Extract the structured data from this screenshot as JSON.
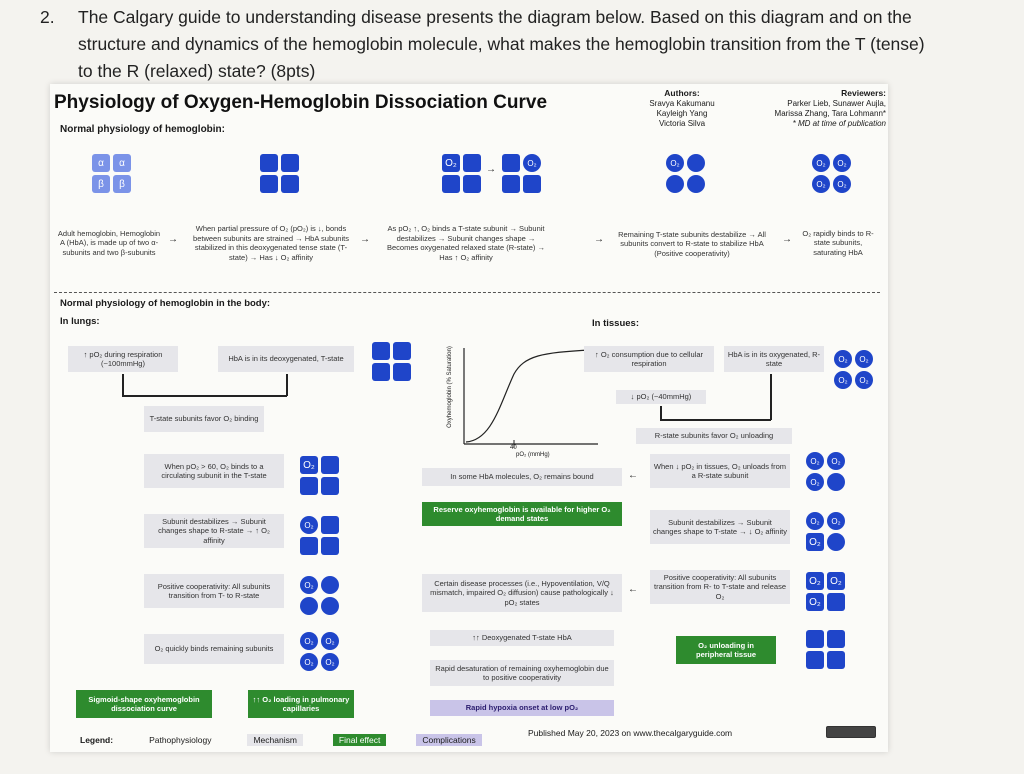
{
  "question": {
    "number": "2.",
    "text": "The Calgary guide to understanding disease presents the diagram below. Based on this diagram and on the structure and dynamics of the hemoglobin molecule, what makes the hemoglobin transition from the T (tense) to the R (relaxed) state? (8pts)"
  },
  "poster": {
    "title": "Physiology of Oxygen-Hemoglobin Dissociation Curve",
    "subtitle": "Normal physiology of hemoglobin:",
    "authors_label": "Authors:",
    "authors": [
      "Sravya Kakumanu",
      "Kayleigh Yang",
      "Victoria Silva"
    ],
    "reviewers_label": "Reviewers:",
    "reviewers": [
      "Parker Lieb, Sunawer Aujla,",
      "Marissa Zhang, Tara Lohmann*",
      "* MD at time of publication"
    ],
    "top_row": [
      "Adult hemoglobin, Hemoglobin A (HbA), is made up of two α-subunits and two β-subunits",
      "When partial pressure of O₂ (pO₂) is ↓, bonds between subunits are strained → HbA subunits stabilized in this deoxygenated tense state (T-state) → Has ↓ O₂ affinity",
      "As pO₂ ↑, O₂ binds a T-state subunit → Subunit destabilizes → Subunit changes shape → Becomes oxygenated relaxed state (R-state) → Has ↑ O₂ affinity",
      "Remaining T-state subunits destabilize → All subunits convert to R-state to stabilize HbA (Positive cooperativity)",
      "O₂ rapidly binds to R-state subunits, saturating HbA"
    ],
    "subunit_labels": {
      "alpha": "α",
      "beta": "β",
      "o2": "O₂"
    },
    "body_heading": "Normal physiology of hemoglobin in the body:",
    "lungs_heading": "In lungs:",
    "tissues_heading": "In tissues:",
    "lungs": [
      "↑ pO₂ during respiration (~100mmHg)",
      "HbA is in its deoxygenated, T-state",
      "T-state subunits favor O₂ binding",
      "When pO₂ > 60, O₂ binds to a circulating subunit in the T-state",
      "Subunit destabilizes → Subunit changes shape to R-state → ↑ O₂ affinity",
      "Positive cooperativity: All subunits transition from T- to R-state",
      "O₂ quickly binds remaining subunits",
      "Sigmoid-shape oxyhemoglobin dissociation curve",
      "↑↑ O₂ loading in pulmonary capillaries"
    ],
    "tissues": [
      "↑ O₂ consumption due to cellular respiration",
      "HbA is in its oxygenated, R-state",
      "↓ pO₂ (~40mmHg)",
      "R-state subunits favor O₂ unloading",
      "When ↓ pO₂ in tissues, O₂ unloads from a R-state subunit",
      "Subunit destabilizes → Subunit changes shape to T-state → ↓ O₂ affinity",
      "Positive cooperativity: All subunits transition from R- to T-state and release O₂",
      "O₂ unloading in peripheral tissue"
    ],
    "middle": [
      "In some HbA molecules, O₂ remains bound",
      "Reserve oxyhemoglobin is available for higher O₂ demand states",
      "Certain disease processes (i.e., Hypoventilation, V/Q mismatch, impaired O₂ diffusion) cause pathologically ↓ pO₂ states",
      "↑↑ Deoxygenated T-state HbA",
      "Rapid desaturation of remaining oxyhemoglobin due to positive cooperativity",
      "Rapid hypoxia onset at low pO₂"
    ],
    "curve": {
      "xlabel": "pO₂ (mmHg)",
      "ylabel": "Oxyhemoglobin (% Saturation)",
      "x_tick": "40"
    },
    "legend_label": "Legend:",
    "legend": [
      "Pathophysiology",
      "Mechanism",
      "Final effect",
      "Complications"
    ],
    "published": "Published May 20, 2023 on www.thecalgaryguide.com"
  },
  "colors": {
    "hemoglobin_blue": "#1f45c9",
    "final_effect_green": "#2e8b2e",
    "complication_purple": "#c9c4e8"
  }
}
